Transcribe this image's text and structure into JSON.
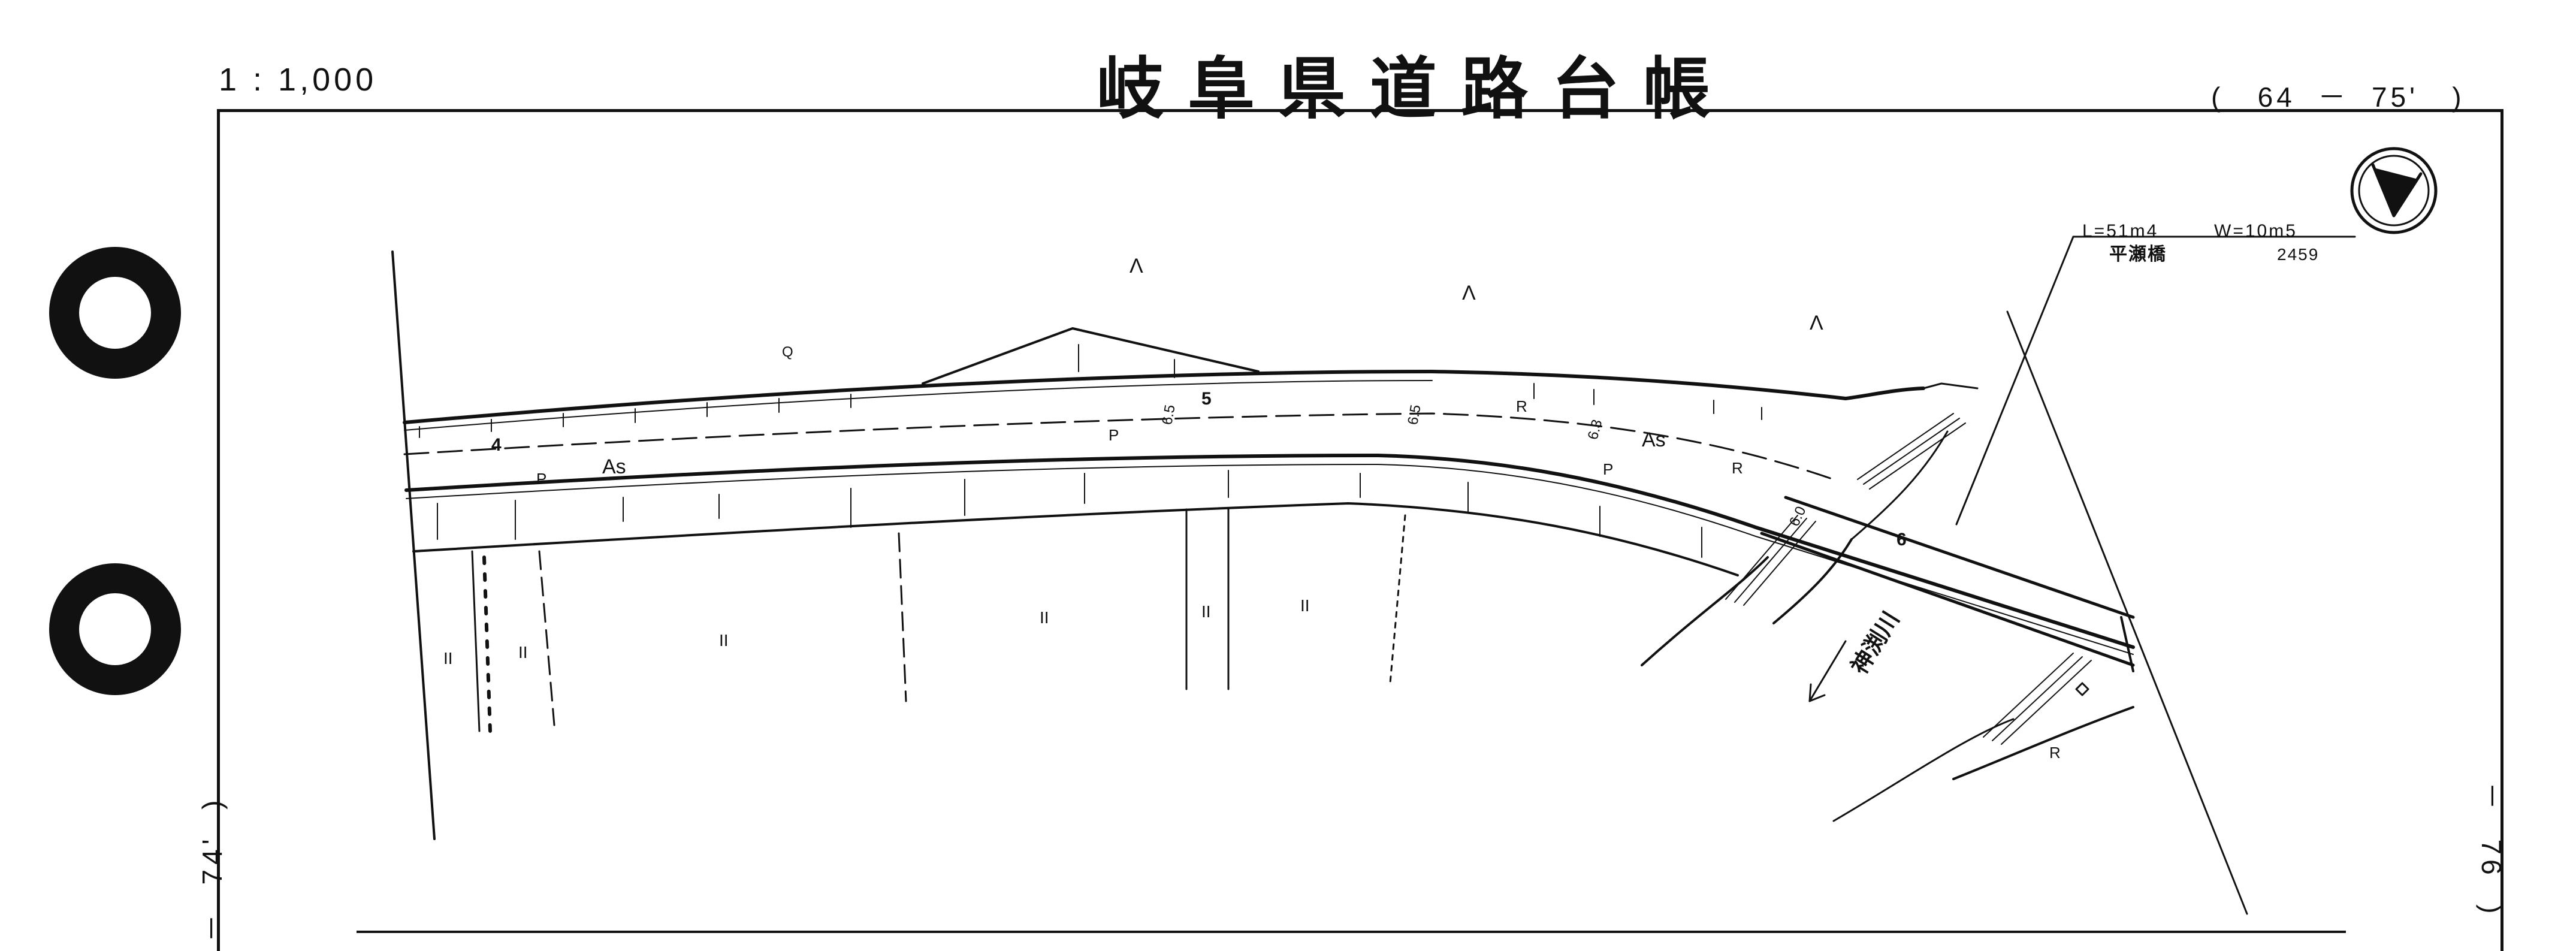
{
  "header": {
    "scale": "1 : 1,000",
    "title": "岐阜県道路台帳",
    "sheet_ref": "(   64  －  75'   )"
  },
  "margin": {
    "left_ref": "－  74'  )",
    "right_ref": "－  76  )"
  },
  "bridge_info": {
    "length": "L=51m4",
    "width": "W=10m5",
    "name": "平瀬橋",
    "number": "2459"
  },
  "map_labels": {
    "river": "神渕川",
    "surface_as": "As",
    "pole_p": "P",
    "retaining_r": "R",
    "field_l": "Λ",
    "paddy": "II",
    "station_4": "4",
    "station_5": "5",
    "station_6": "6",
    "width_a": "6.5",
    "width_b": "6.5",
    "width_c": "6.3",
    "width_d": "6.0",
    "misc_q": "Q"
  },
  "colors": {
    "ink": "#111111",
    "paper": "#ffffff"
  },
  "icons": {
    "north_arrow": "north-arrow-icon",
    "punch_holes": "binder-hole-icon"
  }
}
